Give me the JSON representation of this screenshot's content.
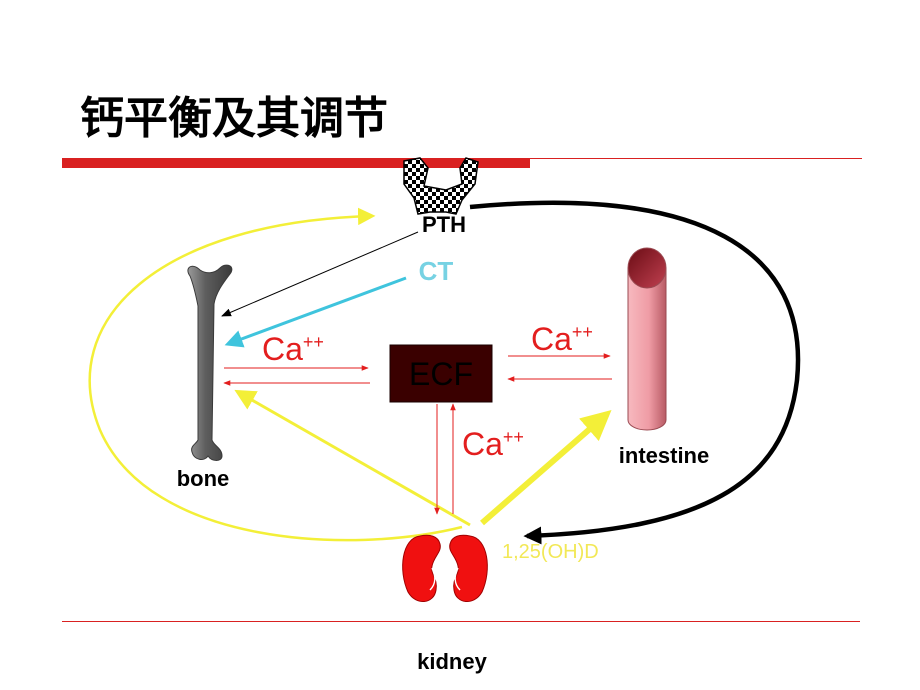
{
  "title": "钙平衡及其调节",
  "labels": {
    "pth": "PTH",
    "ct": "CT",
    "ecf": "ECF",
    "bone": "bone",
    "intestine": "intestine",
    "kidney": "kidney",
    "vitd": "1,25(OH)D",
    "ca_base": "Ca",
    "ca_charge": "++"
  },
  "colors": {
    "title_bar": "#d92121",
    "ecf_box": "#3a0000",
    "arrow_red": "#e31e1e",
    "arrow_yellow": "#f3ef38",
    "arrow_cyan": "#3fc4dd",
    "kidney": "#f01010",
    "intestine": "#f0a0a8"
  },
  "icons": [
    "parathyroid-gland-icon",
    "bone-icon",
    "intestine-icon",
    "kidney-icon"
  ]
}
